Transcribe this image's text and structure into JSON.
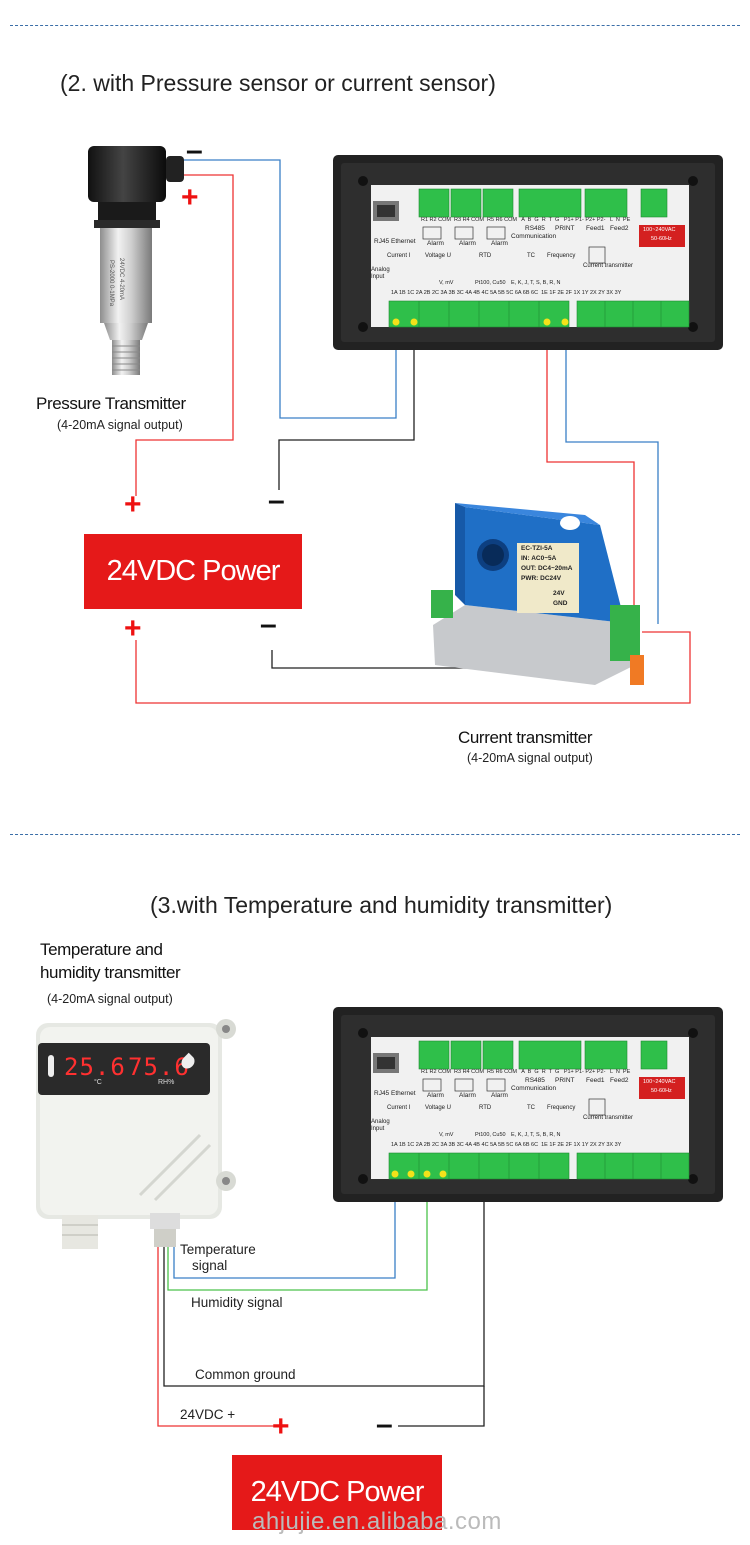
{
  "section2": {
    "title": "(2. with Pressure sensor or current sensor)",
    "pressure_label": "Pressure Transmitter",
    "pressure_sub": "(4-20mA signal output)",
    "current_label": "Current transmitter",
    "current_sub": "(4-20mA signal output)",
    "power_label": "24VDC Power",
    "plus": "+",
    "minus": "–"
  },
  "section3": {
    "title": "(3.with Temperature and humidity transmitter)",
    "th_label_line1": "Temperature and",
    "th_label_line2": "humidity transmitter",
    "th_sub": "(4-20mA signal output)",
    "display_left": "25.6",
    "display_right": "75.6",
    "display_unit_c": "°C",
    "display_unit_rh": "RH%",
    "temp_signal_1": "Temperature",
    "temp_signal_2": "signal",
    "humidity_signal": "Humidity signal",
    "common_ground": "Common ground",
    "vdc_plus": "24VDC +",
    "power_label": "24VDC Power",
    "plus": "+",
    "minus": "–"
  },
  "controller": {
    "ethernet": "RJ45 Ethernet",
    "alarm": "Alarm",
    "rs485": "RS485",
    "communication": "Communication",
    "print": "PRINT",
    "feed1": "Feed1",
    "feed2": "Feed2",
    "power_spec_1": "100~240VAC",
    "power_spec_2": "50-60Hz",
    "current_i": "Current I",
    "voltage_u": "Voltage U",
    "rtd": "RTD",
    "tc": "TC",
    "frequency": "Frequency",
    "analog_input": "Analog Input",
    "current_transmitter": "Current transmitter",
    "top_terms": "R1 R2 COM  R3 R4 COM  R5 R6 COM   A  B  G  R  T  G   P1+ P1- P2+ P2-   L  N  PE",
    "bottom_terms": "1A 1B 1C 2A 2B 2C 3A 3B 3C 4A 4B 4C 5A 5B 5C 6A 6B 6C  1E 1F 2E 2F 1X 1Y 2X 2Y 3X 3Y",
    "rtd_types": "Pt100, Cu50",
    "tc_types": "E, K, J, T, S, B, R, N",
    "vmv": "V, mV"
  },
  "ct_device": {
    "line1": "EC-TZI-5A",
    "line2": "IN: AC0~5A",
    "line3": "OUT: DC4~20mA",
    "line4": "PWR: DC24V",
    "pin1": "24V",
    "pin2": "GND"
  },
  "pt_device": {
    "text": "PS-2000 0-1MPa 24VDC 4-20mA"
  },
  "watermark": "ahjujie.en.alibaba.com"
}
